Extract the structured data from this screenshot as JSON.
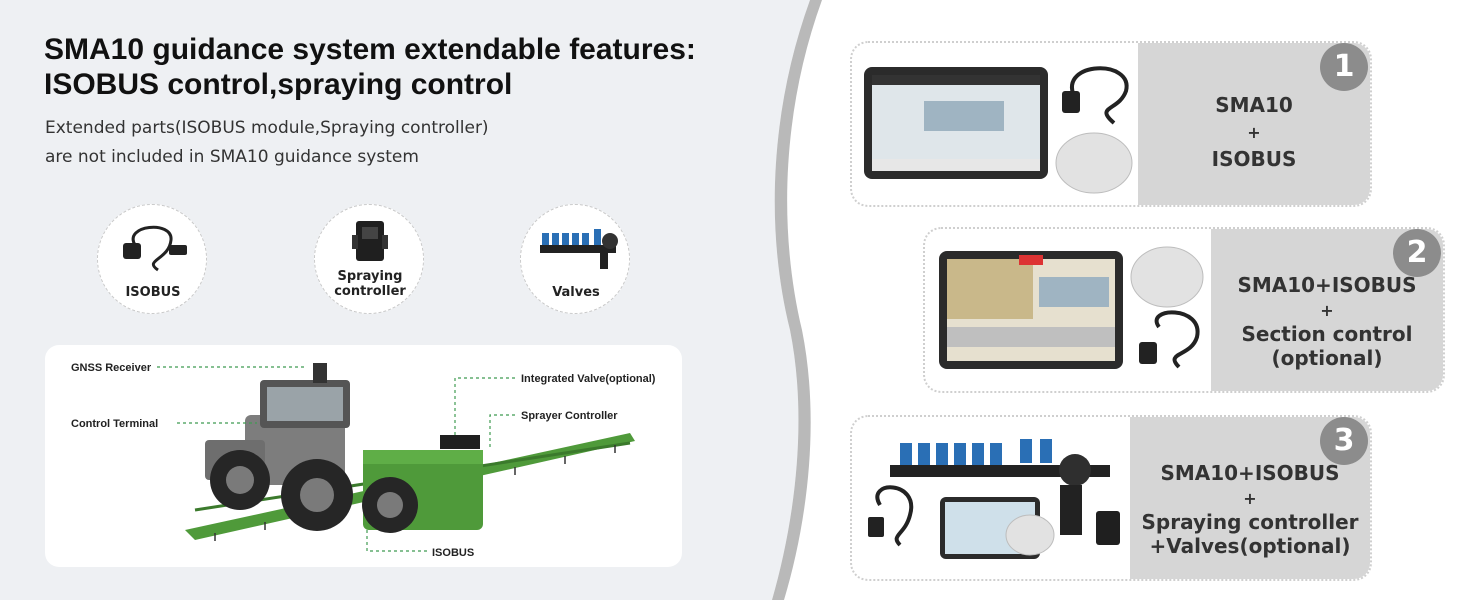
{
  "title": "SMA10 guidance system extendable features: ISOBUS control,spraying control",
  "subtitle_line1": "Extended parts(ISOBUS module,Spraying controller)",
  "subtitle_line2": "are not included in SMA10 guidance system",
  "parts": [
    {
      "label": "ISOBUS",
      "icon": "cable-icon"
    },
    {
      "label": "Spraying controller",
      "icon": "controller-icon"
    },
    {
      "label": "Valves",
      "icon": "valve-icon"
    }
  ],
  "diagram_callouts": {
    "gnss": "GNSS Receiver",
    "terminal": "Control Terminal",
    "valve": "Integrated Valve(optional)",
    "sprayer": "Sprayer Controller",
    "isobus": "ISOBUS"
  },
  "options": [
    {
      "number": "1",
      "lines": [
        "SMA10",
        "+",
        "ISOBUS"
      ]
    },
    {
      "number": "2",
      "lines": [
        "SMA10+ISOBUS",
        "+",
        "Section control",
        "(optional)"
      ]
    },
    {
      "number": "3",
      "lines": [
        "SMA10+ISOBUS",
        "+",
        "Spraying controller",
        "+Valves(optional)"
      ]
    }
  ],
  "colors": {
    "left_bg": "#eef0f3",
    "curve_gray": "#b9b9b9",
    "label_box": "#d6d6d6",
    "badge": "#8c8c8c",
    "tractor_green": "#4f9a3a",
    "callout_green": "#3f9b52",
    "screen_dark": "#2b2b2b"
  }
}
